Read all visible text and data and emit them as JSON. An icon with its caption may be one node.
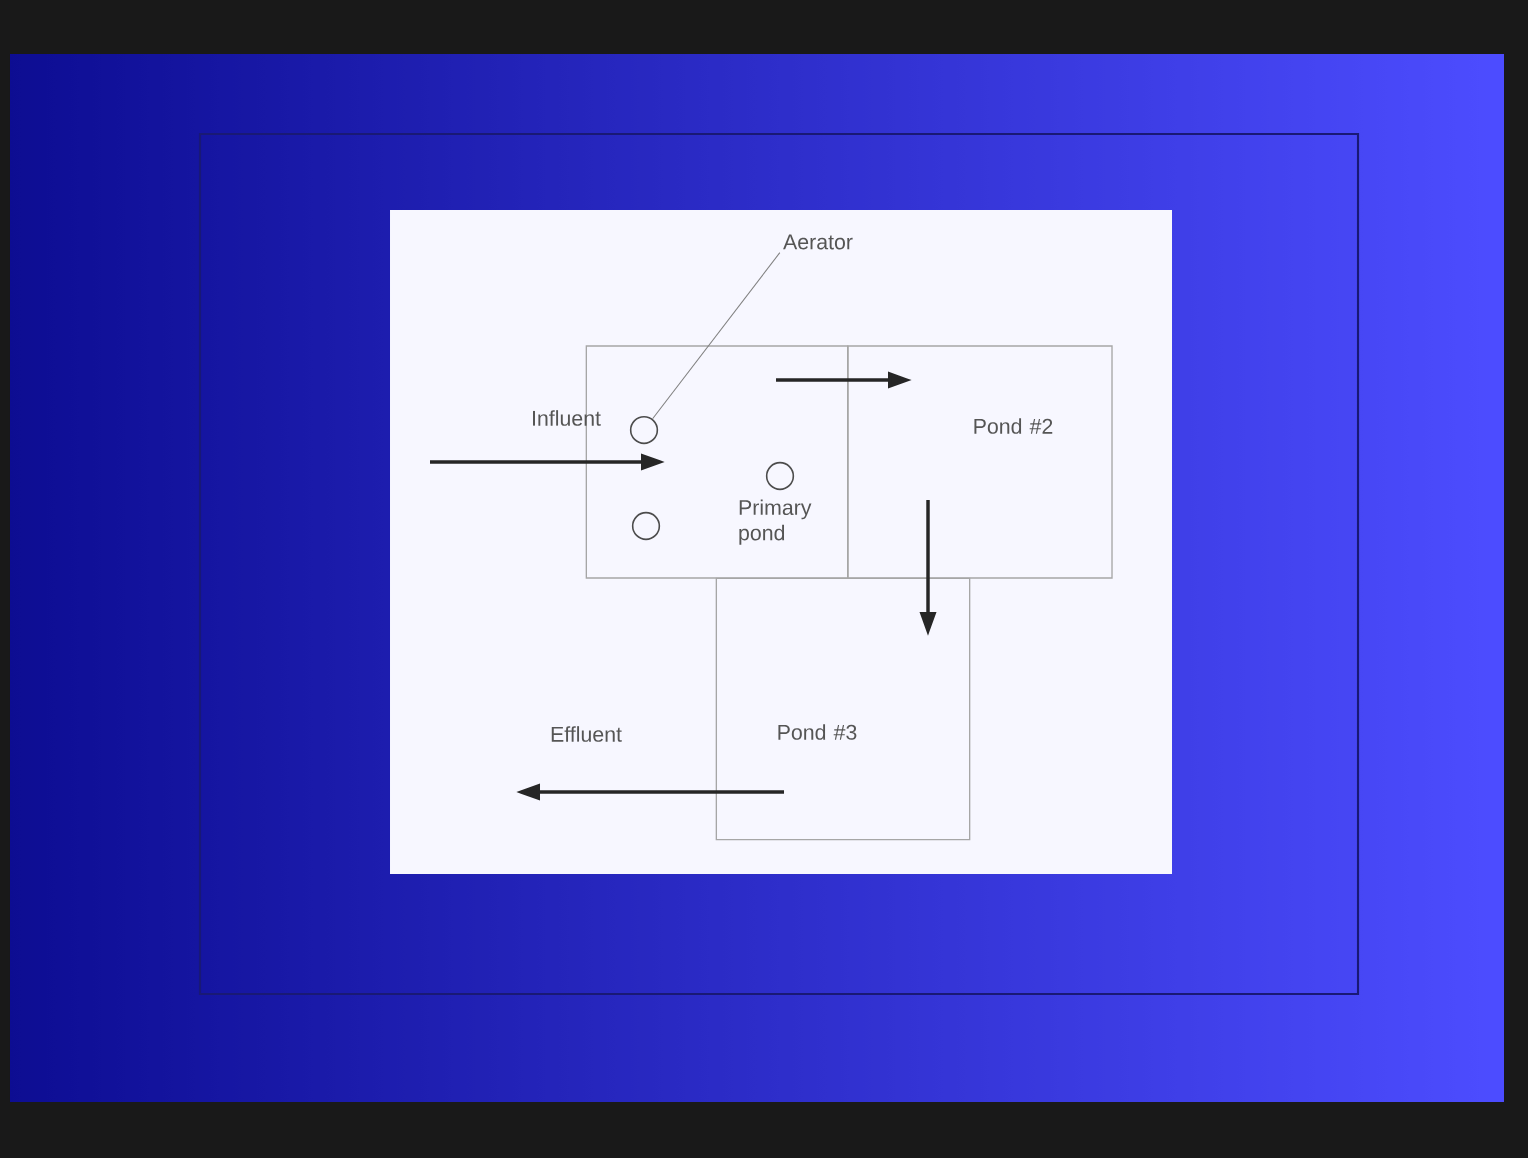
{
  "diagram": {
    "nodes": [
      {
        "text": [
          "Primary pond"
        ]
      },
      {
        "text": [
          "Pond #2"
        ]
      },
      {
        "text": [
          "Pond #3"
        ]
      },
      {
        "text": [
          "Aerator"
        ]
      },
      {
        "text": [],
        "shape": "circle",
        "in": 0
      },
      {
        "text": [],
        "shape": "circle",
        "in": 0
      },
      {
        "text": [],
        "shape": "circle",
        "in": 0
      }
    ],
    "edges": [
      {
        "from": null,
        "to": 0,
        "arrow": "to",
        "label": "Influent"
      },
      {
        "from": 0,
        "to": 1,
        "arrow": "to"
      },
      {
        "from": 1,
        "to": 2,
        "arrow": "to"
      },
      {
        "from": 2,
        "to": null,
        "arrow": "to",
        "label": "Effluent"
      },
      {
        "from": 3,
        "to": 4,
        "arrow": "none"
      }
    ]
  }
}
